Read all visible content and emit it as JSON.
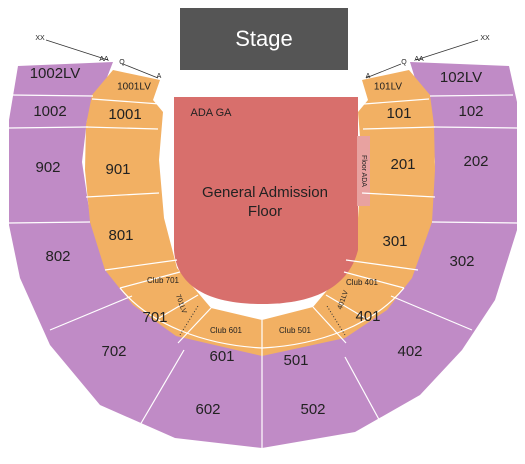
{
  "stage": {
    "label": "Stage"
  },
  "floor": {
    "label_line1": "General Admission",
    "label_line2": "Floor",
    "ada_ga": "ADA GA",
    "floor_ada": "Floor ADA"
  },
  "sections": {
    "s1002lv": "1002LV",
    "s1001lv": "1001LV",
    "s1002": "1002",
    "s1001": "1001",
    "s902": "902",
    "s901": "901",
    "s802": "802",
    "s801": "801",
    "s702": "702",
    "s701": "701",
    "s602": "602",
    "s601": "601",
    "s502": "502",
    "s501": "501",
    "s402": "402",
    "s401": "401",
    "s302": "302",
    "s301": "301",
    "s202": "202",
    "s201": "201",
    "s102": "102",
    "s101": "101",
    "s101lv": "101LV",
    "s102lv": "102LV",
    "club701": "Club 701",
    "club601": "Club 601",
    "club501": "Club 501",
    "club401": "Club 401",
    "s701lv": "701LV",
    "s401lv": "401LV"
  },
  "rows": {
    "left_xx": "XX",
    "left_aa": "AA",
    "left_q": "Q",
    "left_a": "A",
    "right_xx": "XX",
    "right_aa": "AA",
    "right_q": "Q",
    "right_a": "A"
  },
  "colors": {
    "stage": "#555555",
    "floor": "#d86f6c",
    "ada": "#e8a2a0",
    "lower_bowl": "#f2b063",
    "upper_bowl": "#c08bc6",
    "divider": "#ffffff"
  }
}
